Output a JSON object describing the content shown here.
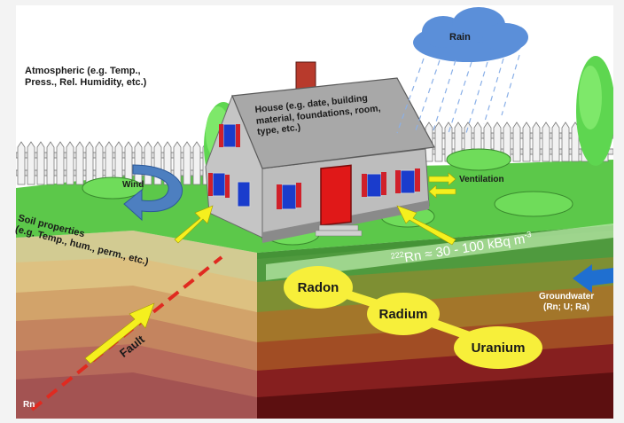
{
  "labels": {
    "rain": "Rain",
    "atmospheric_line1": "Atmospheric (e.g. Temp.,",
    "atmospheric_line2": "Press., Rel. Humidity, etc.)",
    "house_line1": "House (e.g. date, building",
    "house_line2": "material, foundations, room,",
    "house_line3": "type, etc.)",
    "wind": "Wind",
    "ventilation": "Ventilation",
    "soil_line1": "Soil properties",
    "soil_line2": "(e.g. Temp., hum., perm., etc.)",
    "radon_conc_prefix": "222",
    "radon_conc_main": "Rn ≈ 30 - 100 kBq m",
    "radon_conc_suffix": "-3",
    "groundwater_line1": "Groundwater",
    "groundwater_line2": "(Rn; U; Ra)",
    "fault": "Fault",
    "rn": "Rn"
  },
  "decay_chain": [
    "Radon",
    "Radium",
    "Uranium"
  ],
  "colors": {
    "grass": "#5cc84a",
    "sky_panel": "#ffffff",
    "arrow_yellow": "#f5f01e",
    "ellipse_yellow": "#f7ef3a",
    "fault_red": "#e02a20",
    "roof": "#b8b8b8",
    "door_red": "#e01818",
    "window_blue": "#1a3ccc",
    "cloud_blue": "#5b8fd9",
    "wind_arrow": "#4d7fc0",
    "groundwater_arrow": "#1f6fd0"
  }
}
